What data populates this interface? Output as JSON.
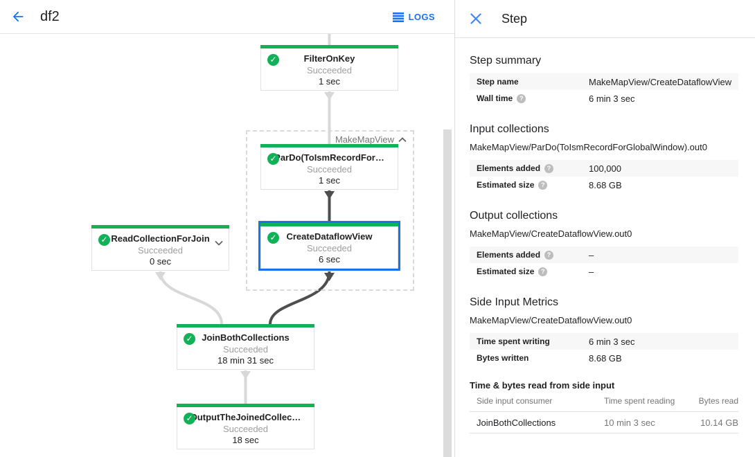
{
  "colors": {
    "green": "#12b158",
    "accent_blue": "#1a73e8",
    "edge_light": "#d8d8d8",
    "edge_dark": "#4e4e4e"
  },
  "header": {
    "title": "df2",
    "logs_label": "LOGS"
  },
  "graph": {
    "group": {
      "label": "MakeMapView",
      "collapse_icon": "chevron-up-icon"
    },
    "nodes": [
      {
        "title": "FilterOnKey",
        "status": "Succeeded",
        "time": "1 sec"
      },
      {
        "title": "ParDo(ToIsmRecordFor…",
        "status": "Succeeded",
        "time": "1 sec"
      },
      {
        "title": "ReadCollectionForJoin",
        "status": "Succeeded",
        "time": "0 sec",
        "expand_icon": "chevron-down-icon"
      },
      {
        "title": "CreateDataflowView",
        "status": "Succeeded",
        "time": "6 sec",
        "selected": true
      },
      {
        "title": "JoinBothCollections",
        "status": "Succeeded",
        "time": "18 min 31 sec"
      },
      {
        "title": "OutputTheJoinedCollec…",
        "status": "Succeeded",
        "time": "18 sec"
      }
    ]
  },
  "panel": {
    "title": "Step",
    "sections": [
      {
        "heading": "Step summary",
        "rows": [
          {
            "label": "Step name",
            "value": "MakeMapView/CreateDataflowView"
          },
          {
            "label": "Wall time",
            "help": true,
            "value": "6 min 3 sec"
          }
        ]
      },
      {
        "heading": "Input collections",
        "subheading": "MakeMapView/ParDo(ToIsmRecordForGlobalWindow).out0",
        "rows": [
          {
            "label": "Elements added",
            "help": true,
            "value": "100,000"
          },
          {
            "label": "Estimated size",
            "help": true,
            "value": "8.68 GB"
          }
        ]
      },
      {
        "heading": "Output collections",
        "subheading": "MakeMapView/CreateDataflowView.out0",
        "rows": [
          {
            "label": "Elements added",
            "help": true,
            "value": "–"
          },
          {
            "label": "Estimated size",
            "help": true,
            "value": "–"
          }
        ]
      },
      {
        "heading": "Side Input Metrics",
        "subheading": "MakeMapView/CreateDataflowView.out0",
        "rows": [
          {
            "label": "Time spent writing",
            "value": "6 min 3 sec"
          },
          {
            "label": "Bytes written",
            "value": "8.68 GB"
          }
        ]
      }
    ],
    "side_input_table": {
      "heading": "Time & bytes read from side input",
      "columns": [
        "Side input consumer",
        "Time spent reading",
        "Bytes read"
      ],
      "rows": [
        {
          "consumer": "JoinBothCollections",
          "time_reading": "10 min 3 sec",
          "bytes_read": "10.14 GB"
        }
      ]
    }
  }
}
